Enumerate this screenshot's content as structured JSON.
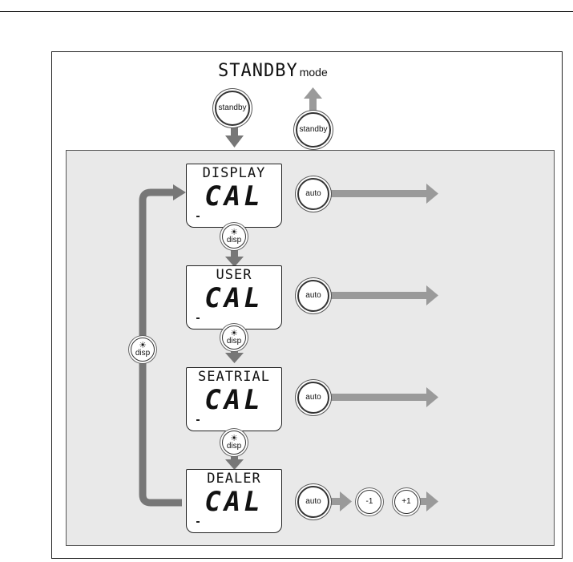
{
  "header": {
    "mode_name": "STANDBY",
    "mode_suffix": "mode"
  },
  "buttons": {
    "standby_in": "standby",
    "standby_out": "standby",
    "auto": "auto",
    "disp": "disp",
    "minus_one": "-1",
    "plus_one": "+1"
  },
  "screens": [
    {
      "line1": "DISPLAY",
      "line2": "CAL"
    },
    {
      "line1": "USER",
      "line2": "CAL"
    },
    {
      "line1": "SEATRIAL",
      "line2": "CAL"
    },
    {
      "line1": "DEALER",
      "line2": "CAL"
    }
  ],
  "icons": {
    "brightness": "sun-icon",
    "arrow": "arrow-icon"
  },
  "colors": {
    "arrow_gray": "#8c8c8c",
    "arrow_dark": "#6b6b6b",
    "panel": "#e9e9e9"
  }
}
